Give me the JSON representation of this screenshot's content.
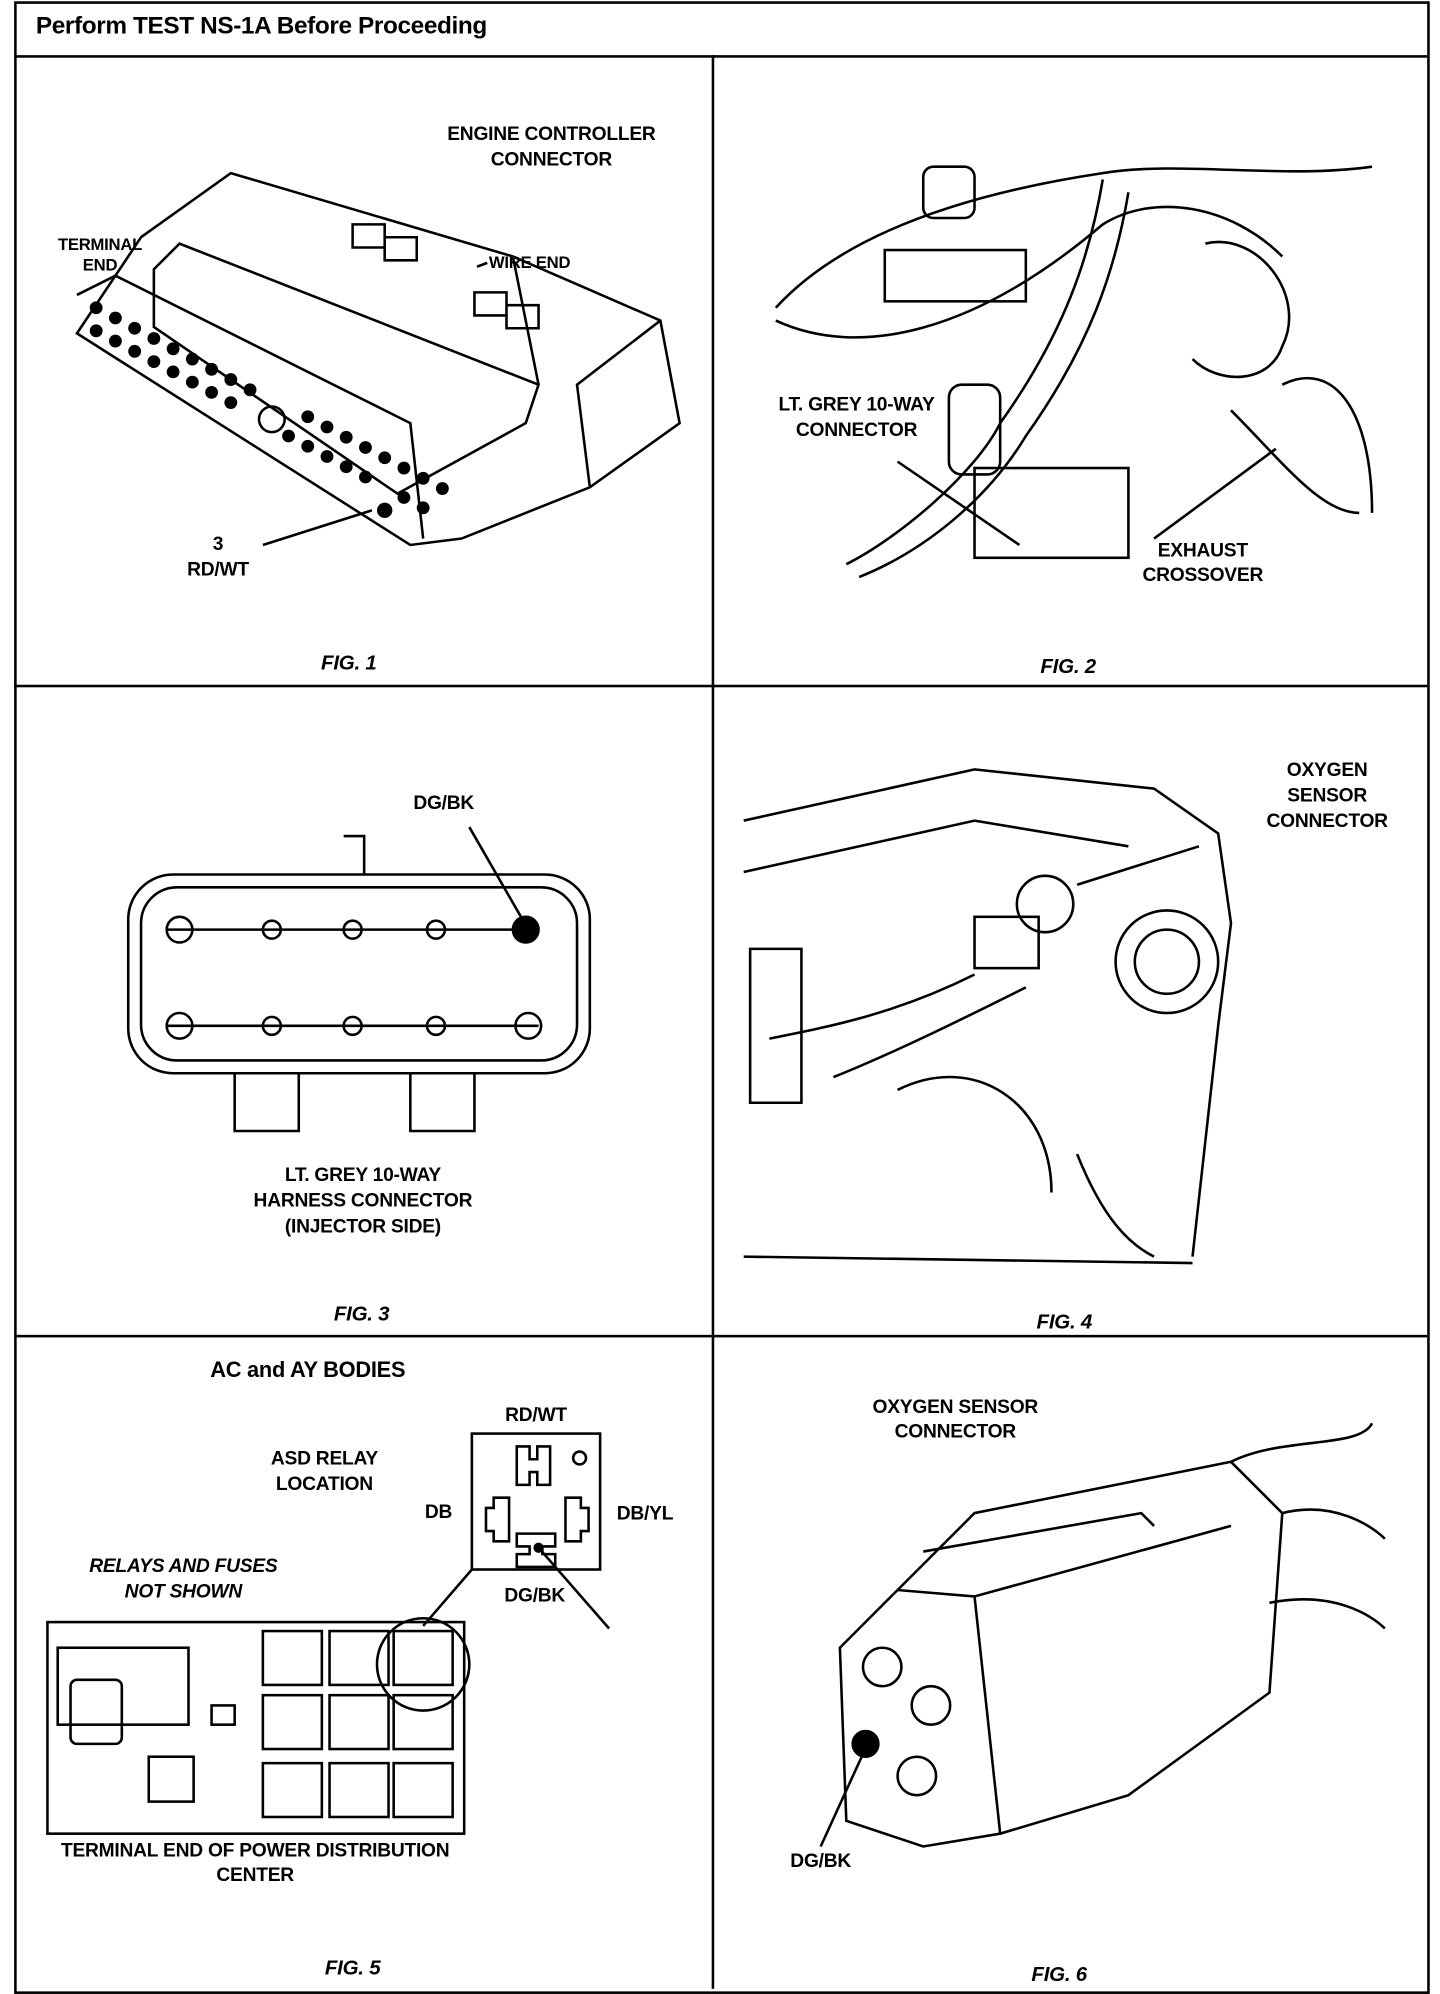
{
  "header": {
    "title": "Perform TEST NS-1A Before Proceeding"
  },
  "fig1": {
    "title_lines": [
      "ENGINE CONTROLLER",
      "CONNECTOR"
    ],
    "terminal_end": [
      "TERMINAL",
      "END"
    ],
    "wire_end": "WIRE END",
    "pin_label": [
      "3",
      "RD/WT"
    ],
    "caption": "FIG. 1"
  },
  "fig2": {
    "connector_label": [
      "LT. GREY 10-WAY",
      "CONNECTOR"
    ],
    "exhaust_label": [
      "EXHAUST",
      "CROSSOVER"
    ],
    "caption": "FIG. 2"
  },
  "fig3": {
    "wire_label": "DG/BK",
    "title_lines": [
      "LT. GREY 10-WAY",
      "HARNESS CONNECTOR",
      "(INJECTOR SIDE)"
    ],
    "caption": "FIG. 3"
  },
  "fig4": {
    "label_lines": [
      "OXYGEN",
      "SENSOR",
      "CONNECTOR"
    ],
    "caption": "FIG. 4"
  },
  "fig5": {
    "title": "AC and AY BODIES",
    "relay_top": "RD/WT",
    "relay_location": [
      "ASD RELAY",
      "LOCATION"
    ],
    "relay_left": "DB",
    "relay_right": "DB/YL",
    "relay_bottom": "DG/BK",
    "note": [
      "RELAYS AND FUSES",
      "NOT SHOWN"
    ],
    "pdc_label": [
      "TERMINAL END OF POWER DISTRIBUTION",
      "CENTER"
    ],
    "caption": "FIG. 5"
  },
  "fig6": {
    "title_lines": [
      "OXYGEN SENSOR",
      "CONNECTOR"
    ],
    "wire_label": "DG/BK",
    "caption": "FIG. 6"
  }
}
